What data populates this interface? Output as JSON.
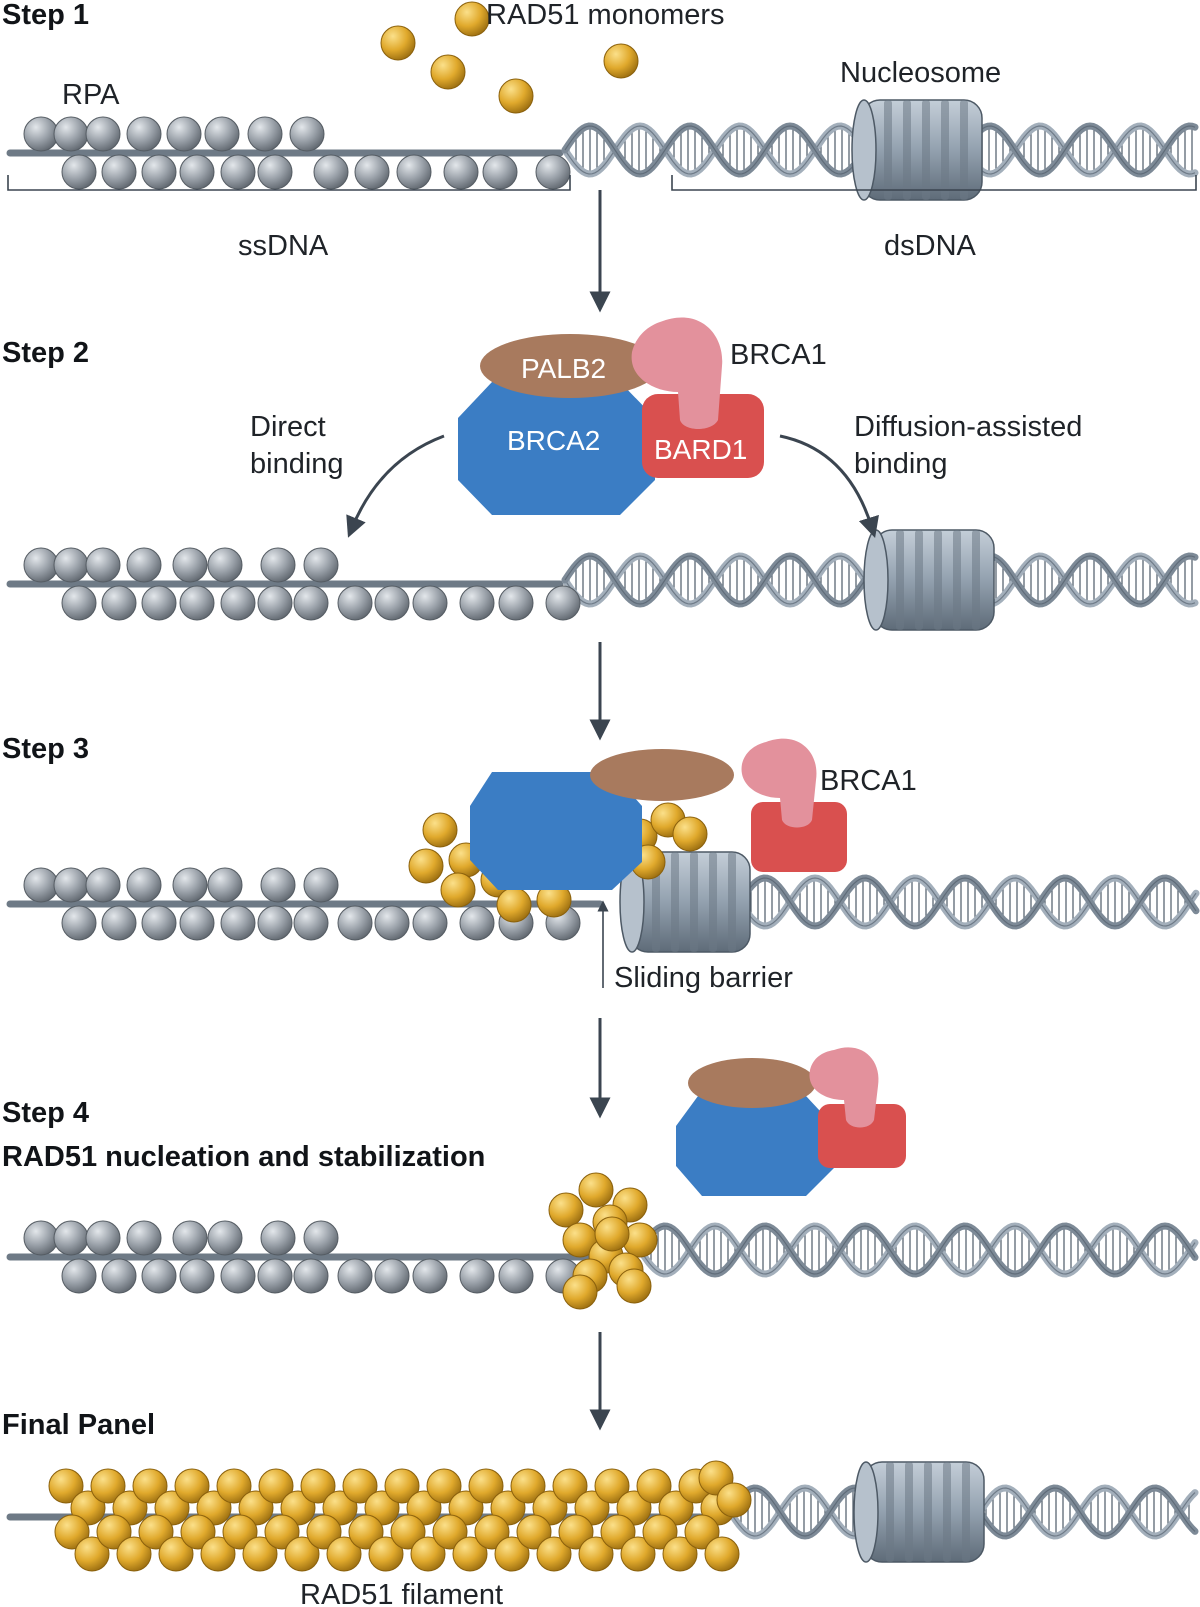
{
  "steps": {
    "step1": "Step 1",
    "step2": "Step 2",
    "step3": "Step 3",
    "step4_title": "Step 4",
    "step4_subtitle": "RAD51 nucleation and stabilization",
    "final": "Final Panel"
  },
  "labels": {
    "rad51_monomers": "RAD51 monomers",
    "nucleosome": "Nucleosome",
    "rpa": "RPA",
    "ssdna": "ssDNA",
    "dsdna": "dsDNA",
    "palb2": "PALB2",
    "brca1": "BRCA1",
    "brca2": "BRCA2",
    "bard1": "BARD1",
    "direct_binding_1": "Direct",
    "direct_binding_2": "binding",
    "diffusion_binding_1": "Diffusion-assisted",
    "diffusion_binding_2": "binding",
    "brca1_step3": "BRCA1",
    "sliding_barrier": "Sliding barrier",
    "rad51_filament": "RAD51 filament"
  },
  "colors": {
    "rpa": "#8d949c",
    "rad51": "#e0a92c",
    "dna": "#8a97a5",
    "nucleosome": "#9aa7b4",
    "brca2": "#3b7dc4",
    "palb2": "#a87a5e",
    "brca1": "#e3919c",
    "bard1": "#d9504f",
    "arrow": "#3b4550"
  },
  "icons": {
    "rpa": "grey-sphere-icon",
    "rad51": "gold-sphere-icon",
    "nucleosome": "histone-spool-icon",
    "arrow": "down-arrow-icon"
  }
}
